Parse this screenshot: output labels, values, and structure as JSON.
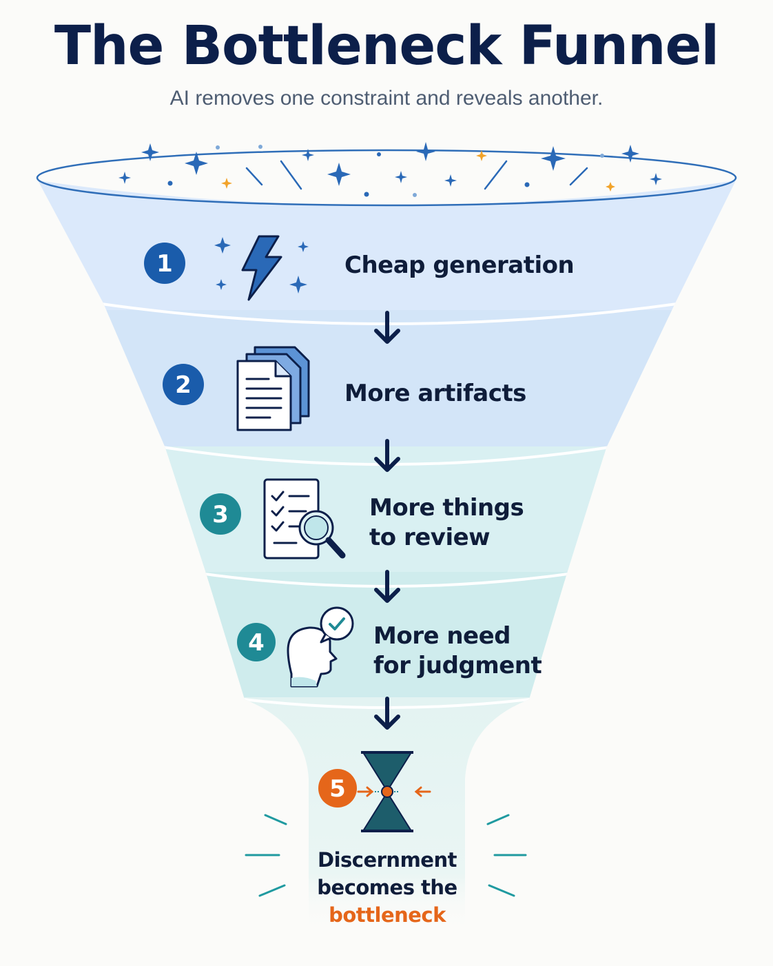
{
  "title": "The Bottleneck Funnel",
  "subtitle": "AI removes one constraint and reveals another.",
  "colors": {
    "navy": "#0c1f4a",
    "blue_badge": "#1a5cab",
    "teal_badge": "#1f8a95",
    "orange_accent": "#e5661a",
    "band_1": "#dbe9fb",
    "band_2": "#d3e5f8",
    "band_3": "#d9f0f2",
    "band_4": "#cfeced",
    "band_5": "#e3f3f2"
  },
  "stages": [
    {
      "number": "1",
      "icon": "lightning-sparkle-icon",
      "lines": [
        "Cheap generation"
      ]
    },
    {
      "number": "2",
      "icon": "document-stack-icon",
      "lines": [
        "More artifacts"
      ]
    },
    {
      "number": "3",
      "icon": "checklist-magnifier-icon",
      "lines": [
        "More things",
        "to review"
      ]
    },
    {
      "number": "4",
      "icon": "head-checkmark-icon",
      "lines": [
        "More need",
        "for judgment"
      ]
    }
  ],
  "final": {
    "number": "5",
    "icon": "hourglass-pinch-icon",
    "lines": [
      "Discernment",
      "becomes the"
    ],
    "accent": "bottleneck"
  }
}
